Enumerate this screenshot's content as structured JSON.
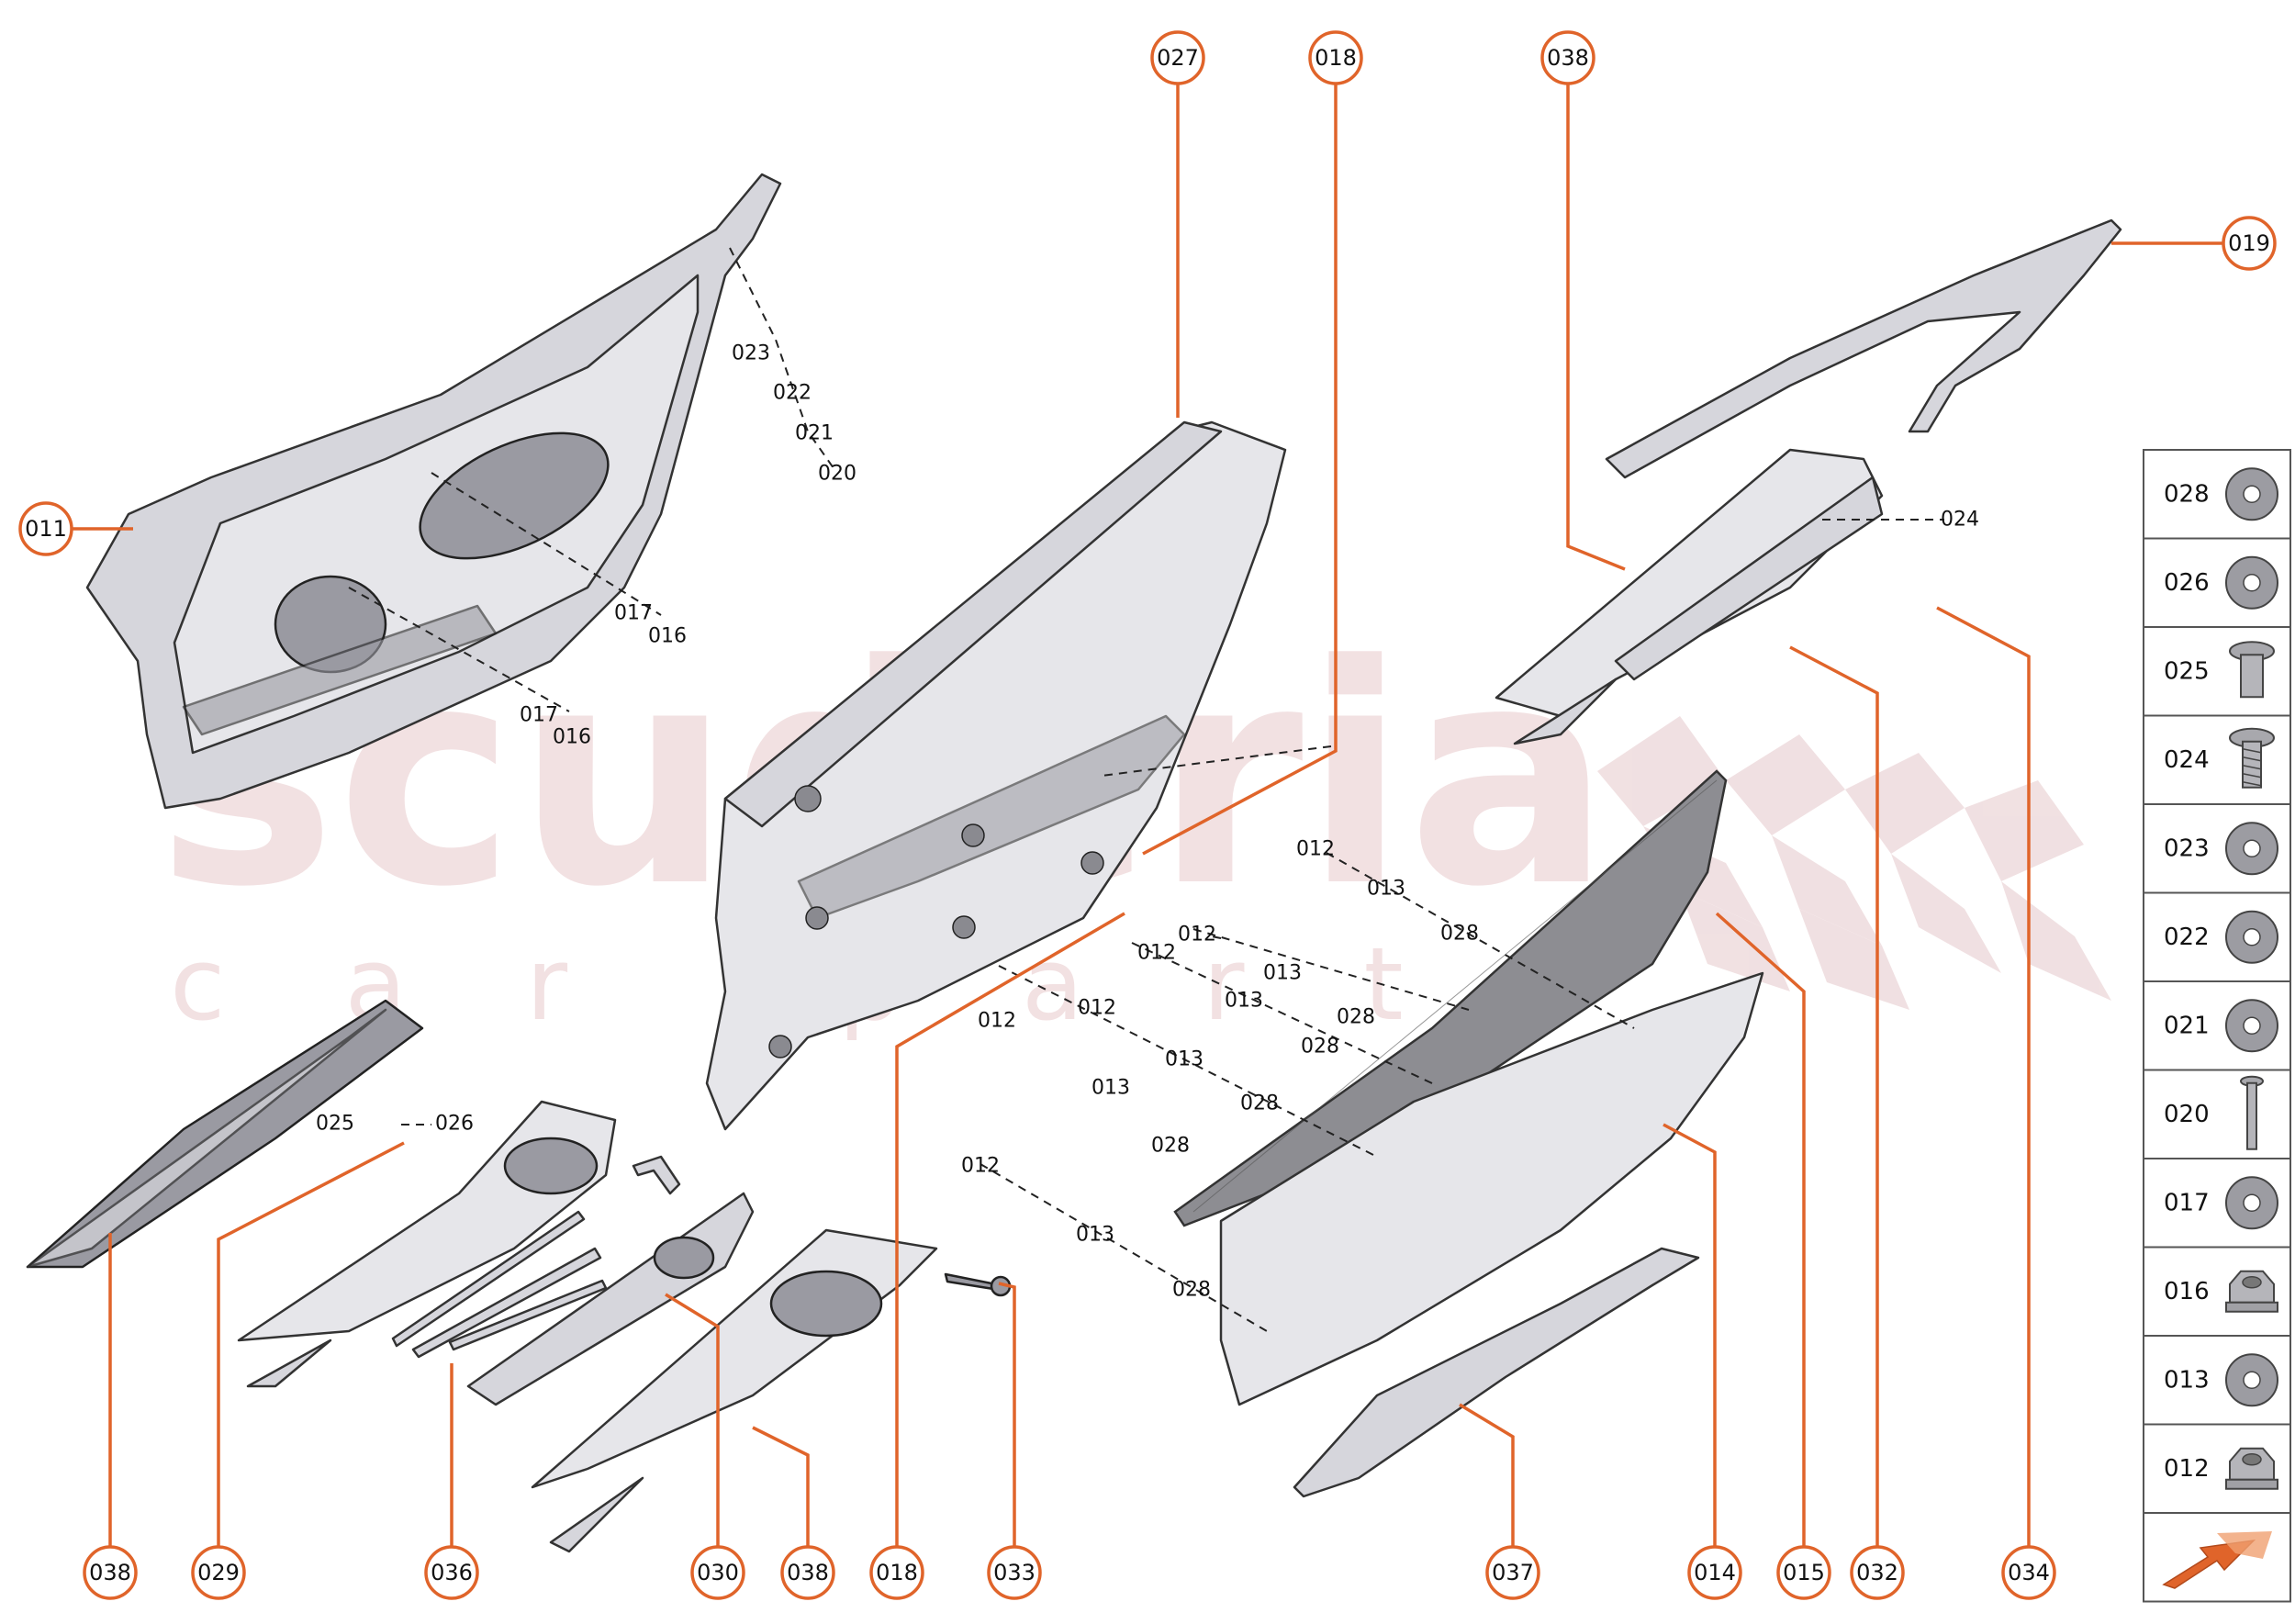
{
  "watermark": {
    "brand": "scuderia",
    "sub": "car parts"
  },
  "callouts": [
    "027",
    "018",
    "038",
    "019",
    "011",
    "038",
    "029",
    "036",
    "030",
    "038",
    "018",
    "033",
    "037",
    "014",
    "015",
    "032",
    "034"
  ],
  "labels": [
    "023",
    "022",
    "021",
    "020",
    "017",
    "016",
    "017",
    "016",
    "024",
    "025",
    "026",
    "012",
    "013",
    "028",
    "012",
    "013",
    "028",
    "012",
    "013",
    "028",
    "012",
    "013",
    "028",
    "012",
    "013",
    "028",
    "012",
    "013",
    "028"
  ],
  "legend": {
    "items": [
      {
        "code": "028",
        "icon": "washer-icon"
      },
      {
        "code": "026",
        "icon": "washer-icon"
      },
      {
        "code": "025",
        "icon": "rivet-icon"
      },
      {
        "code": "024",
        "icon": "screw-icon"
      },
      {
        "code": "023",
        "icon": "washer-icon"
      },
      {
        "code": "022",
        "icon": "washer-icon"
      },
      {
        "code": "021",
        "icon": "washer-icon"
      },
      {
        "code": "020",
        "icon": "bolt-icon"
      },
      {
        "code": "017",
        "icon": "washer-icon"
      },
      {
        "code": "016",
        "icon": "nut-icon"
      },
      {
        "code": "013",
        "icon": "washer-icon"
      },
      {
        "code": "012",
        "icon": "nut-icon"
      }
    ],
    "nav_icon": "arrow-down-left-icon"
  },
  "colors": {
    "accent": "#e0642a",
    "watermark": "#e9c9cb"
  }
}
